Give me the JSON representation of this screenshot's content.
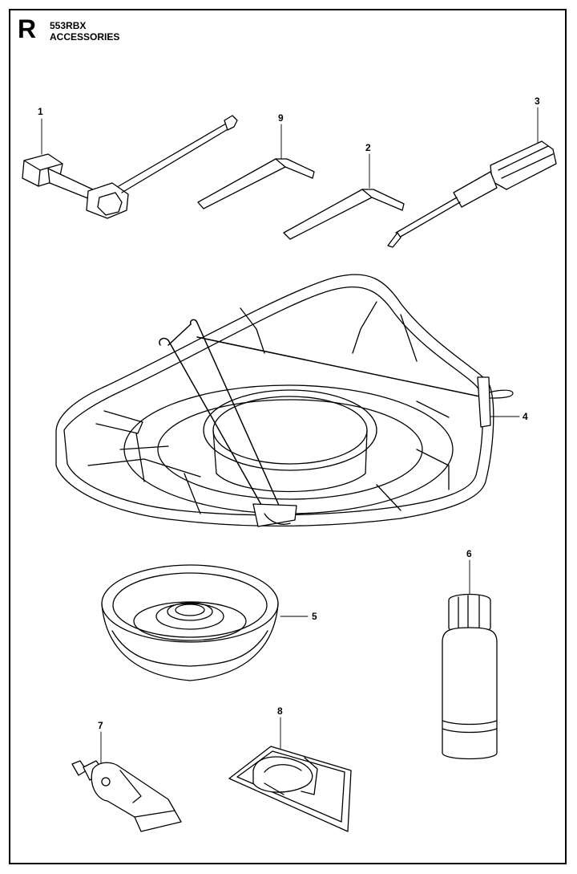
{
  "header": {
    "section_letter": "R",
    "model": "553RBX",
    "title": "ACCESSORIES"
  },
  "callouts": [
    {
      "id": "1",
      "label": "1"
    },
    {
      "id": "2",
      "label": "2"
    },
    {
      "id": "3",
      "label": "3"
    },
    {
      "id": "4",
      "label": "4"
    },
    {
      "id": "5",
      "label": "5"
    },
    {
      "id": "6",
      "label": "6"
    },
    {
      "id": "7",
      "label": "7"
    },
    {
      "id": "8",
      "label": "8"
    },
    {
      "id": "9",
      "label": "9"
    }
  ],
  "colors": {
    "line": "#000000",
    "background": "#ffffff"
  }
}
